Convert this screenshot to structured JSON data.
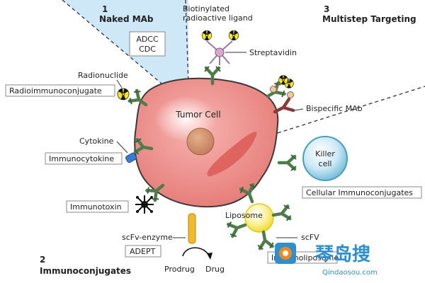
{
  "sections": {
    "naked": {
      "number": "1",
      "title": "Naked MAb",
      "box_lines": [
        "ADCC",
        "CDC"
      ]
    },
    "multistep": {
      "number": "3",
      "title": "Multistep Targeting"
    },
    "immunoconjugates": {
      "number": "2",
      "title": "Immunoconjugates"
    }
  },
  "labels": {
    "biotinylated_line1": "Biotinylated",
    "biotinylated_line2": "radioactive ligand",
    "streptavidin": "Streptavidin",
    "radionuclide": "Radionuclide",
    "radioimmunoconjugate": "Radioimmunoconjugate",
    "tumor_cell": "Tumor Cell",
    "bispecific": "Bispecific MAb",
    "cytokine": "Cytokine",
    "immunocytokine": "Immunocytokine",
    "killer_line1": "Killer",
    "killer_line2": "cell",
    "cellular_immunoconjugates": "Cellular Immunoconjugates",
    "immunotoxin": "Immunotoxin",
    "liposome": "Liposome",
    "scfv_enzyme": "scFv-enzyme",
    "adept": "ADEPT",
    "scfv": "scFV",
    "immunoliposome": "Immunoliposome",
    "prodrug": "Prodrug",
    "drug": "Drug"
  },
  "watermark": {
    "cn": "琴岛搜",
    "url": "Qindaosou.com"
  },
  "colors": {
    "cell_fill": "#ec8a86",
    "cell_stroke": "#3a3a3a",
    "antibody": "#4e7d4a",
    "bispecific": "#8a3a36",
    "naked_region": "#cfe8f7",
    "killer_cell": "#69b8d6",
    "liposome": "#f4e23c",
    "enzyme": "#f2b92c",
    "radiation": "#f5e61a"
  }
}
